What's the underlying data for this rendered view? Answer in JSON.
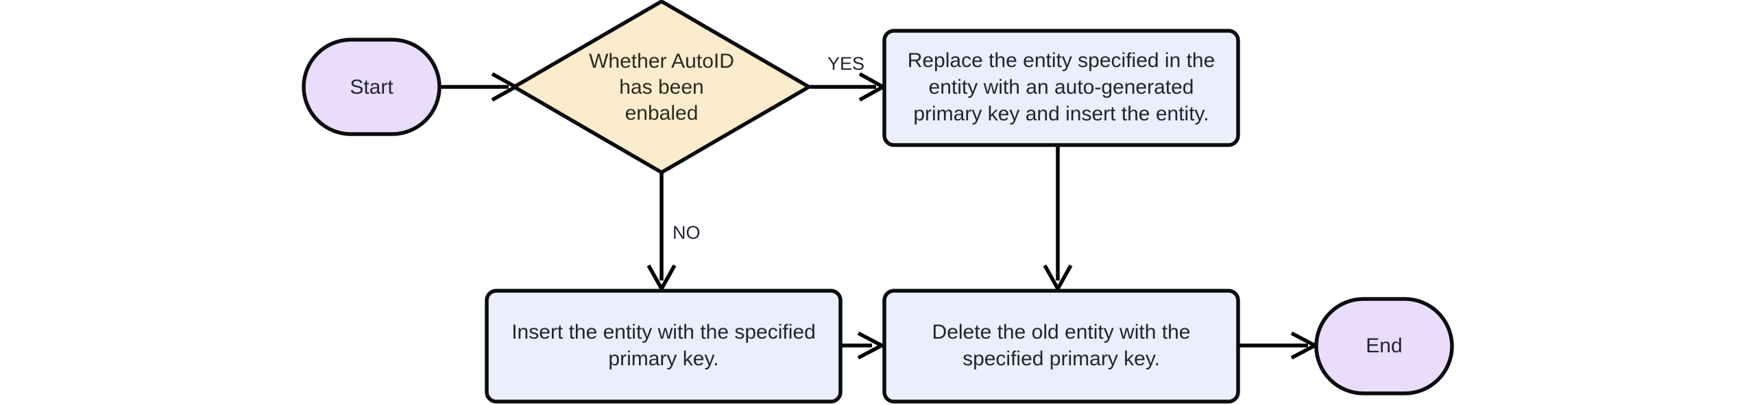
{
  "diagram": {
    "type": "flowchart",
    "orientation": "left-to-right with wrap",
    "background_color": "#ffffff",
    "palette": {
      "terminal_fill": "#e9ddfb",
      "decision_fill": "#fbeccd",
      "process_fill": "#eaeffb",
      "stroke": "#0b0b10",
      "text": "#1f2430"
    },
    "nodes": {
      "start": {
        "id": "start",
        "shape": "stadium",
        "label": "Start"
      },
      "decision": {
        "id": "decision",
        "shape": "diamond",
        "label_line1": "Whether AutoID",
        "label_line2": "has been",
        "label_line3": "enbaled"
      },
      "replace": {
        "id": "replace",
        "shape": "rounded-rectangle",
        "label_line1": "Replace the entity specified in the",
        "label_line2": "entity with an auto-generated",
        "label_line3": "primary key and insert the entity."
      },
      "insert": {
        "id": "insert",
        "shape": "rounded-rectangle",
        "label_line1": "Insert the entity with the specified",
        "label_line2": "primary key."
      },
      "delete": {
        "id": "delete",
        "shape": "rounded-rectangle",
        "label_line1": "Delete the old entity with the",
        "label_line2": "specified primary key."
      },
      "end": {
        "id": "end",
        "shape": "stadium",
        "label": "End"
      }
    },
    "edges": [
      {
        "id": "start-to-decision",
        "from": "start",
        "to": "decision",
        "label": ""
      },
      {
        "id": "decision-to-replace",
        "from": "decision",
        "to": "replace",
        "label": "YES"
      },
      {
        "id": "decision-to-insert",
        "from": "decision",
        "to": "insert",
        "label": "NO"
      },
      {
        "id": "replace-to-delete",
        "from": "replace",
        "to": "delete",
        "label": ""
      },
      {
        "id": "insert-to-delete",
        "from": "insert",
        "to": "delete",
        "label": ""
      },
      {
        "id": "delete-to-end",
        "from": "delete",
        "to": "end",
        "label": ""
      }
    ]
  }
}
